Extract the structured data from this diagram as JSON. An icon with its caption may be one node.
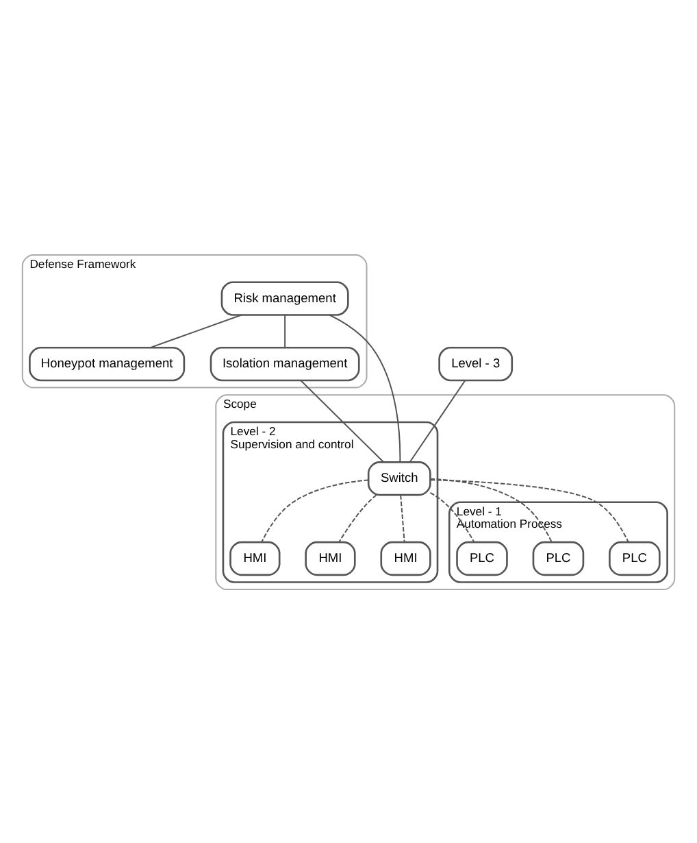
{
  "diagram": {
    "nodes": [
      {
        "text": [
          "Defense Framework"
        ]
      },
      {
        "text": [
          "Honeypot management"
        ],
        "in": 0
      },
      {
        "text": [
          "Risk management"
        ],
        "in": 0
      },
      {
        "text": [
          "Isolation management"
        ],
        "in": 0
      },
      {
        "text": [
          "Level - 3"
        ]
      },
      {
        "text": [
          "Scope"
        ]
      },
      {
        "text": [
          "Level - 2",
          "Supervision and control"
        ],
        "in": 5
      },
      {
        "text": [
          "Switch"
        ],
        "in": 6
      },
      {
        "text": [
          "HMI"
        ],
        "in": 6
      },
      {
        "text": [
          "HMI"
        ],
        "in": 6
      },
      {
        "text": [
          "HMI"
        ],
        "in": 6
      },
      {
        "text": [
          "Level - 1",
          "Automation Process"
        ],
        "in": 5
      },
      {
        "text": [
          "PLC"
        ],
        "in": 11
      },
      {
        "text": [
          "PLC"
        ],
        "in": 11
      },
      {
        "text": [
          "PLC"
        ],
        "in": 11
      }
    ],
    "edges": [
      {
        "from": 2,
        "to": 1,
        "arrow": "none"
      },
      {
        "from": 2,
        "to": 3,
        "arrow": "none"
      },
      {
        "from": 2,
        "to": 7,
        "arrow": "none"
      },
      {
        "from": 3,
        "to": 7,
        "arrow": "none"
      },
      {
        "from": 4,
        "to": 7,
        "arrow": "none"
      },
      {
        "from": 7,
        "to": 8,
        "arrow": "none",
        "style": "dashed"
      },
      {
        "from": 7,
        "to": 9,
        "arrow": "none",
        "style": "dashed"
      },
      {
        "from": 7,
        "to": 10,
        "arrow": "none",
        "style": "dashed"
      },
      {
        "from": 7,
        "to": 12,
        "arrow": "none",
        "style": "dashed"
      },
      {
        "from": 7,
        "to": 13,
        "arrow": "none",
        "style": "dashed"
      },
      {
        "from": 7,
        "to": 14,
        "arrow": "none",
        "style": "dashed"
      }
    ]
  }
}
